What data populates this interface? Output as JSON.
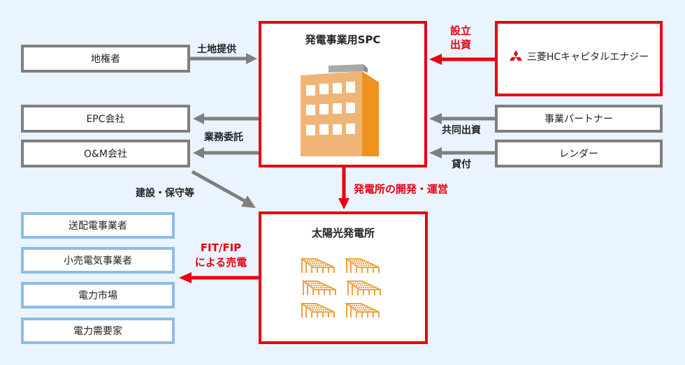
{
  "left_entities": {
    "landowner": "地権者",
    "epc": "EPC会社",
    "om": "O&M会社"
  },
  "offtakers": [
    "送配電事業者",
    "小売電気事業者",
    "電力市場",
    "電力需要家"
  ],
  "spc": {
    "title": "発電事業用SPC"
  },
  "plant": {
    "title": "太陽光発電所"
  },
  "sponsor": {
    "name": "三菱HCキャピタルエナジー"
  },
  "right_entities": {
    "partner": "事業パートナー",
    "lender": "レンダー"
  },
  "arrow_labels": {
    "land_provision": "土地提供",
    "outsourcing": "業務委託",
    "construction": "建設・保守等",
    "establish_line1": "設立",
    "establish_line2": "出資",
    "co_investment": "共同出資",
    "loan": "貸付",
    "develop_operate": "発電所の開発・運営",
    "sale_line1": "FIT/FIP",
    "sale_line2": "による売電"
  },
  "colors": {
    "accent_red": "#e60012",
    "gray": "#7f7f7f",
    "blue": "#8fbbe6",
    "background": "#eaf4fe",
    "building_light": "#efb577",
    "building_dark": "#f0921f",
    "solar": "#f3a13c"
  }
}
